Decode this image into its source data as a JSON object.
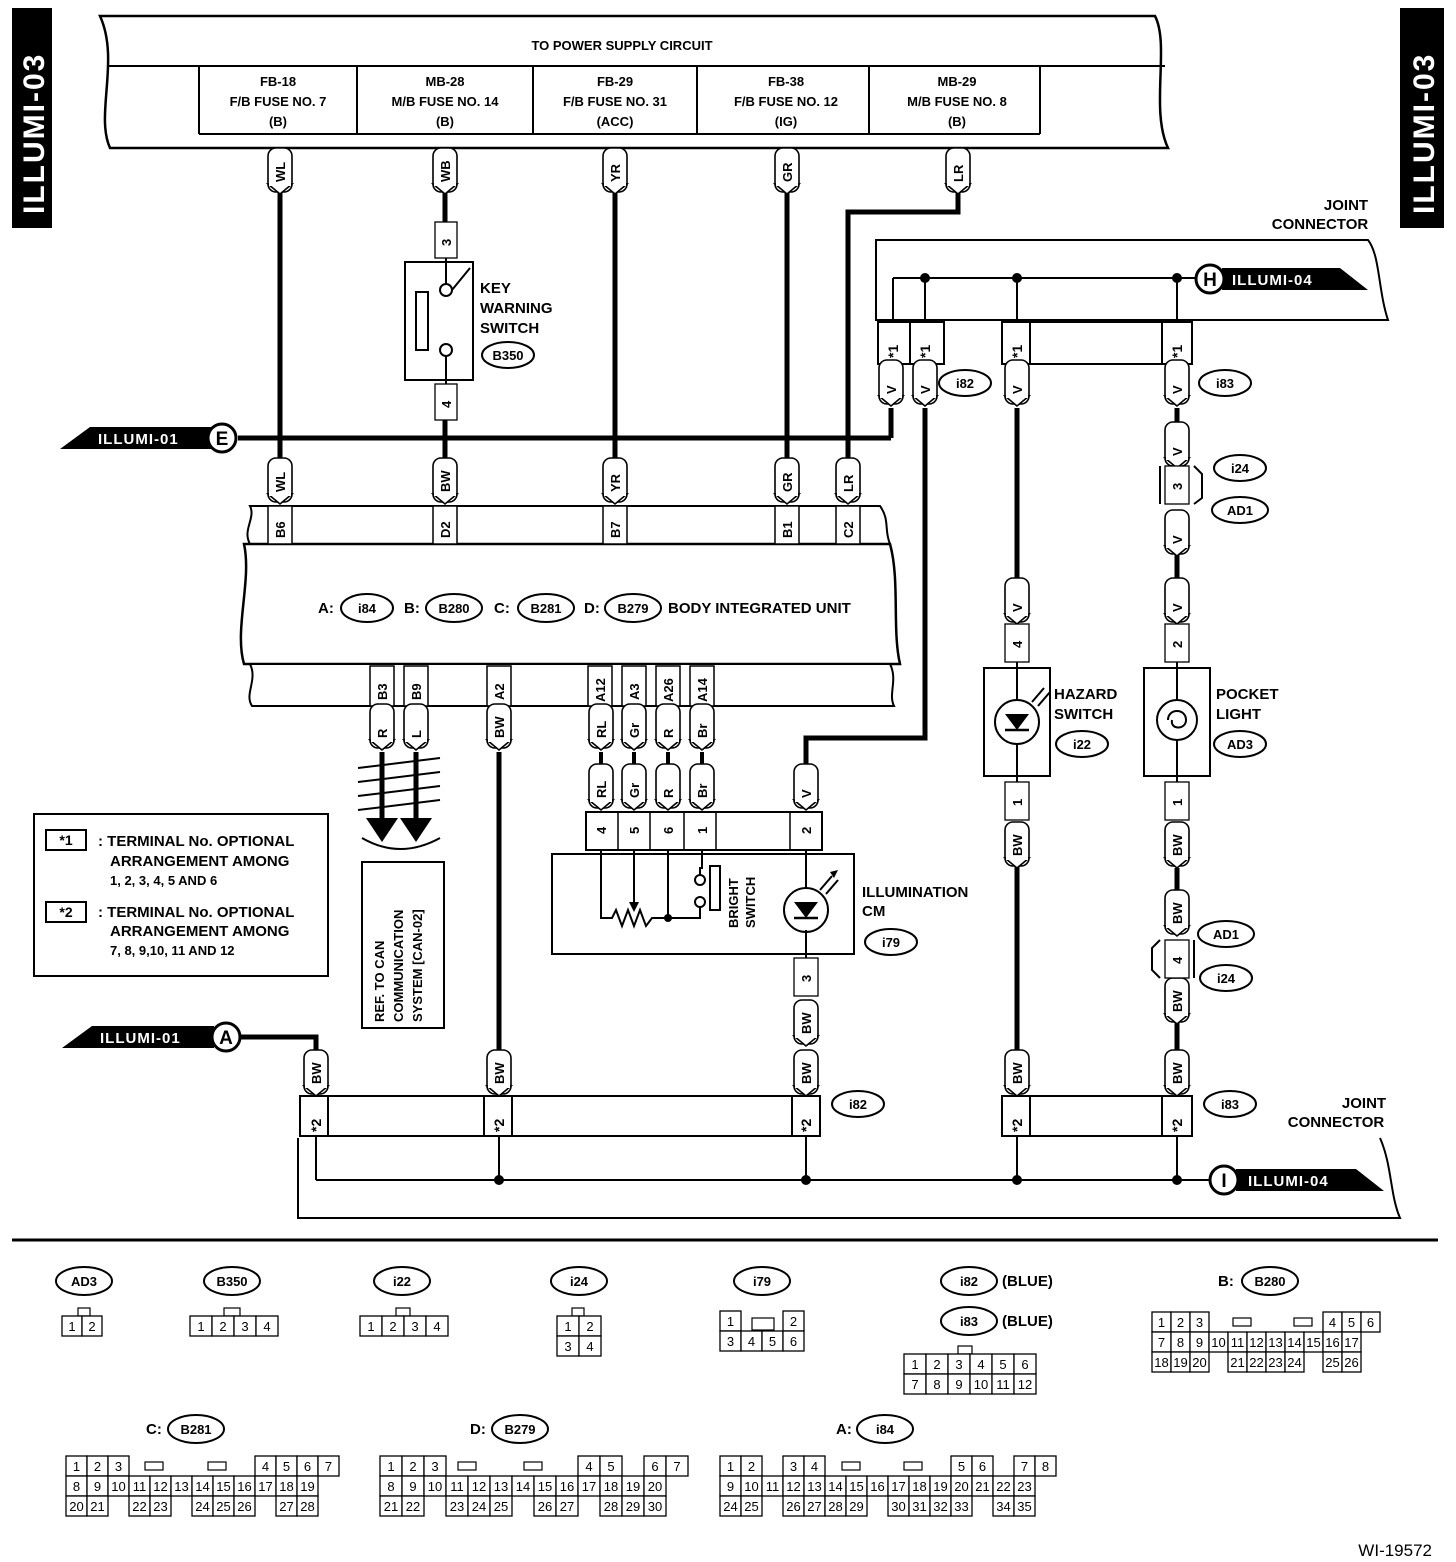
{
  "page_labels": {
    "left_tab": "ILLUMI-03",
    "right_tab": "ILLUMI-03",
    "doc_id": "WI-19572"
  },
  "power_supply": {
    "title": "TO POWER SUPPLY CIRCUIT",
    "fuses": [
      {
        "l1": "FB-18",
        "l2": "F/B FUSE NO. 7",
        "l3": "(B)"
      },
      {
        "l1": "MB-28",
        "l2": "M/B FUSE NO. 14",
        "l3": "(B)"
      },
      {
        "l1": "FB-29",
        "l2": "F/B FUSE NO. 31",
        "l3": "(ACC)"
      },
      {
        "l1": "FB-38",
        "l2": "F/B FUSE NO. 12",
        "l3": "(IG)"
      },
      {
        "l1": "MB-29",
        "l2": "M/B FUSE NO. 8",
        "l3": "(B)"
      }
    ]
  },
  "wires": {
    "top": [
      "WL",
      "WB",
      "YR",
      "GR",
      "LR"
    ],
    "bcm_top": [
      "WL",
      "BW",
      "YR",
      "GR",
      "LR"
    ],
    "bcm_top_pins": [
      "B6",
      "D2",
      "B7",
      "B1",
      "C2"
    ],
    "bcm_bottom_pins": [
      "B3",
      "B9",
      "A2",
      "A12",
      "A3",
      "A26",
      "A14"
    ],
    "bcm_bottom": [
      "R",
      "L",
      "BW",
      "RL",
      "Gr",
      "R",
      "Br"
    ],
    "illum_wires": [
      "RL",
      "Gr",
      "R",
      "Br",
      "V"
    ],
    "illum_pins": [
      "4",
      "5",
      "6",
      "1",
      "2"
    ],
    "v": "V",
    "bw": "BW"
  },
  "key_switch": {
    "name": [
      "KEY",
      "WARNING",
      "SWITCH"
    ],
    "connector": "B350",
    "pin_top": "3",
    "pin_bottom": "4"
  },
  "bcm": {
    "a_prefix": "A:",
    "a": "i84",
    "b_prefix": "B:",
    "b": "B280",
    "c_prefix": "C:",
    "c": "B281",
    "d_prefix": "D:",
    "d": "B279",
    "name": "BODY INTEGRATED UNIT"
  },
  "joint_top": {
    "title": [
      "JOINT",
      "CONNECTOR"
    ],
    "star": "*1",
    "left": "i82",
    "right": "i83"
  },
  "joint_bottom": {
    "title": [
      "JOINT",
      "CONNECTOR"
    ],
    "star": "*2",
    "left": "i82",
    "right": "i83"
  },
  "refs": {
    "h_letter": "H",
    "h_label": "ILLUMI-04",
    "i_letter": "I",
    "i_label": "ILLUMI-04",
    "e_letter": "E",
    "e_label": "ILLUMI-01",
    "a_letter": "A",
    "a_label": "ILLUMI-01"
  },
  "hazard": {
    "name": [
      "HAZARD",
      "SWITCH"
    ],
    "connector": "i22",
    "pin_top": "4",
    "pin_bottom": "1"
  },
  "pocket": {
    "name": [
      "POCKET",
      "LIGHT"
    ],
    "connector": "AD3",
    "pin_top": "2",
    "pin_bottom": "1"
  },
  "inline_top": {
    "pin": "3",
    "c1": "i24",
    "c2": "AD1"
  },
  "inline_bottom": {
    "pin": "4",
    "c1": "AD1",
    "c2": "i24"
  },
  "illumination": {
    "name": [
      "ILLUMINATION",
      "CM"
    ],
    "connector": "i79",
    "bright": [
      "BRIGHT",
      "SWITCH"
    ],
    "pin_bottom": "3"
  },
  "can_ref": {
    "lines": [
      "REF. TO CAN",
      "COMMUNICATION",
      "SYSTEM [CAN-02]"
    ]
  },
  "legend": {
    "k1": "*1",
    "t1": [
      ": TERMINAL No. OPTIONAL",
      "ARRANGEMENT AMONG",
      "1, 2, 3, 4, 5 AND 6"
    ],
    "k2": "*2",
    "t2": [
      ": TERMINAL No. OPTIONAL",
      "ARRANGEMENT AMONG",
      "7, 8, 9,10, 11 AND 12"
    ]
  },
  "connectors": {
    "AD3": "AD3",
    "B350": "B350",
    "i22": "i22",
    "i24": "i24",
    "i79": "i79",
    "i82": "i82",
    "i83": "i83",
    "blue": "(BLUE)",
    "b_prefix": "B:",
    "B280": "B280",
    "c_prefix": "C:",
    "B281": "B281",
    "d_prefix": "D:",
    "B279": "B279",
    "a_prefix": "A:",
    "i84": "i84"
  },
  "pin_tables": {
    "AD3": [
      [
        "1",
        "2"
      ]
    ],
    "B350": [
      [
        "1",
        "2",
        "3",
        "4"
      ]
    ],
    "i22": [
      [
        "1",
        "2",
        "3",
        "4"
      ]
    ],
    "i24": [
      [
        "1",
        "2"
      ],
      [
        "3",
        "4"
      ]
    ],
    "i79": [
      [
        "1",
        "",
        "",
        "2"
      ],
      [
        "3",
        "4",
        "5",
        "6"
      ]
    ],
    "i82": [
      [
        "1",
        "2",
        "3",
        "4",
        "5",
        "6"
      ],
      [
        "7",
        "8",
        "9",
        "10",
        "11",
        "12"
      ]
    ],
    "B280": [
      [
        "1",
        "2",
        "3",
        "",
        "",
        "",
        "",
        "",
        "",
        "4",
        "5",
        "6"
      ],
      [
        "7",
        "8",
        "9",
        "10",
        "11",
        "12",
        "13",
        "14",
        "15",
        "16",
        "17"
      ],
      [
        "18",
        "19",
        "20",
        "",
        "21",
        "22",
        "23",
        "24",
        "",
        "25",
        "26"
      ]
    ],
    "B281": [
      [
        "1",
        "2",
        "3",
        "",
        "",
        "",
        "",
        "",
        "",
        "4",
        "5",
        "6",
        "7"
      ],
      [
        "8",
        "9",
        "10",
        "11",
        "12",
        "13",
        "14",
        "15",
        "16",
        "17",
        "18",
        "19"
      ],
      [
        "20",
        "21",
        "",
        "22",
        "23",
        "",
        "24",
        "25",
        "26",
        "",
        "27",
        "28"
      ]
    ],
    "B279": [
      [
        "1",
        "2",
        "3",
        "",
        "",
        "",
        "",
        "",
        "",
        "4",
        "5",
        "",
        "6",
        "7"
      ],
      [
        "8",
        "9",
        "10",
        "11",
        "12",
        "13",
        "14",
        "15",
        "16",
        "17",
        "18",
        "19",
        "20"
      ],
      [
        "21",
        "22",
        "",
        "23",
        "24",
        "25",
        "",
        "26",
        "27",
        "",
        "28",
        "29",
        "30"
      ]
    ],
    "i84": [
      [
        "1",
        "2",
        "",
        "3",
        "4",
        "",
        "",
        "",
        "",
        "",
        "",
        "5",
        "6",
        "",
        "7",
        "8"
      ],
      [
        "9",
        "10",
        "11",
        "12",
        "13",
        "14",
        "15",
        "16",
        "17",
        "18",
        "19",
        "20",
        "21",
        "22",
        "23"
      ],
      [
        "24",
        "25",
        "",
        "26",
        "27",
        "28",
        "29",
        "",
        "30",
        "31",
        "32",
        "33",
        "",
        "34",
        "35"
      ]
    ]
  }
}
